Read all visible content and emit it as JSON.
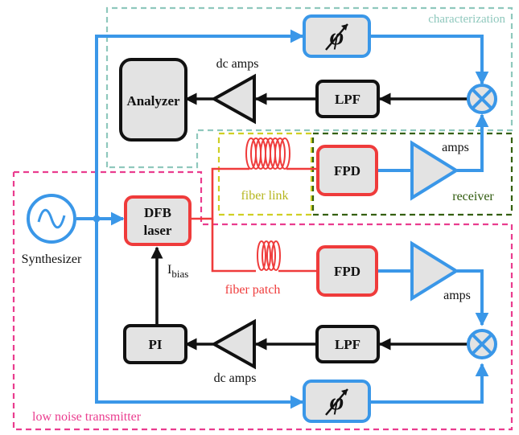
{
  "regions": {
    "characterization": "characterization",
    "fiber_link": "fiber link",
    "receiver": "receiver",
    "transmitter": "low noise transmitter"
  },
  "blocks": {
    "analyzer": "Analyzer",
    "lpf_top": "LPF",
    "lpf_bottom": "LPF",
    "fpd_top": "FPD",
    "fpd_bottom": "FPD",
    "dfb_line1": "DFB",
    "dfb_line2": "laser",
    "pi": "PI"
  },
  "labels": {
    "dc_amps_top": "dc amps",
    "dc_amps_bottom": "dc amps",
    "amps_top": "amps",
    "amps_bottom": "amps",
    "synthesizer": "Synthesizer",
    "fiber_patch": "fiber patch",
    "ibias_main": "I",
    "ibias_sub": "bias",
    "phase_symbol": "φ"
  },
  "colors": {
    "blue": "#3a97e8",
    "red": "#ef3b3b",
    "black": "#111111",
    "block_fill": "#e3e3e3",
    "teal_dash": "#8fc8bd",
    "pink_dash": "#ea3c8e",
    "yellow_dash": "#cfcf24",
    "green_dash": "#35600f",
    "fiber_link_text": "#b6b61e",
    "receiver_text": "#2f5a0c",
    "fiber_patch_text": "#ef3b3b",
    "characterization_text": "#8fc8bd",
    "transmitter_text": "#ea3c8e"
  },
  "icons": {
    "synthesizer": "sine-source-icon",
    "mixer": "mixer-cross-icon",
    "phase_shifter": "variable-phase-shifter-icon",
    "fiber_spool": "fiber-coil-icon"
  }
}
